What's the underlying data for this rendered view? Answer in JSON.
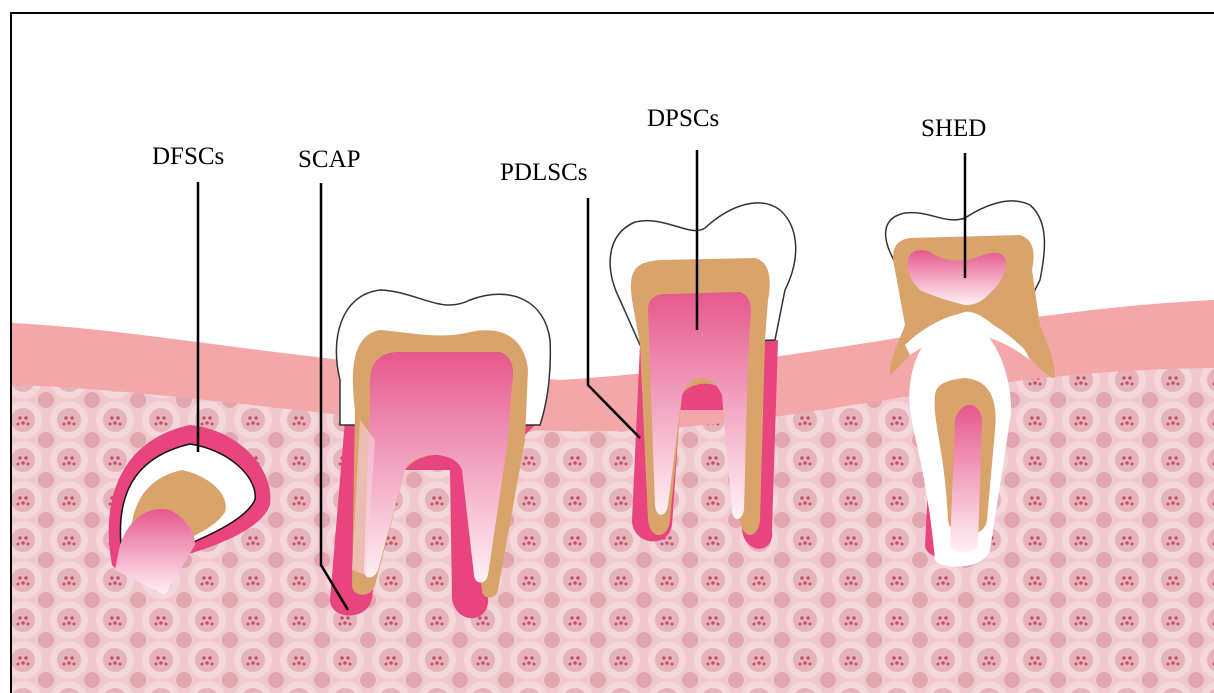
{
  "labels": {
    "dfsc": "DFSCs",
    "scap": "SCAP",
    "pdlsc": "PDLSCs",
    "dpsc": "DPSCs",
    "shed": "SHED"
  },
  "colors": {
    "gum": "#f4a5a7",
    "bone": "#e8b8bd",
    "bone_cell": "#c7606c",
    "enamel": "#ffffff",
    "dentin": "#d9a46b",
    "pulp": "#e86a98",
    "pulp_light": "#fbe3ec",
    "periodontal": "#e23b7f",
    "outline": "#3a3a3a"
  }
}
